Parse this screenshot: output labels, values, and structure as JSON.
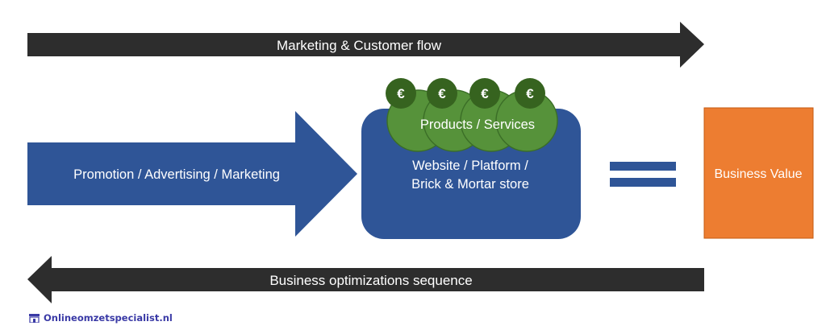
{
  "diagram": {
    "top_flow": {
      "label": "Marketing & Customer flow"
    },
    "bottom_flow": {
      "label": "Business optimizations sequence"
    },
    "input_arrow": {
      "label": "Promotion / Advertising / Marketing"
    },
    "products": {
      "label": "Products / Services",
      "coin_symbol": "€",
      "coin_count": 4
    },
    "channel": {
      "line1": "Website / Platform /",
      "line2": "Brick & Mortar store"
    },
    "result": {
      "label": "Business Value"
    }
  },
  "footer": {
    "brand": "Onlineomzetspecialist.nl",
    "icon": "store-icon"
  },
  "colors": {
    "dark_arrow": "#2d2d2d",
    "blue": "#2f5597",
    "green": "#4f8f35",
    "coin": "#36631f",
    "orange": "#ed7d31",
    "text_light": "#ffffff",
    "footer_text": "#3a3aa6"
  }
}
